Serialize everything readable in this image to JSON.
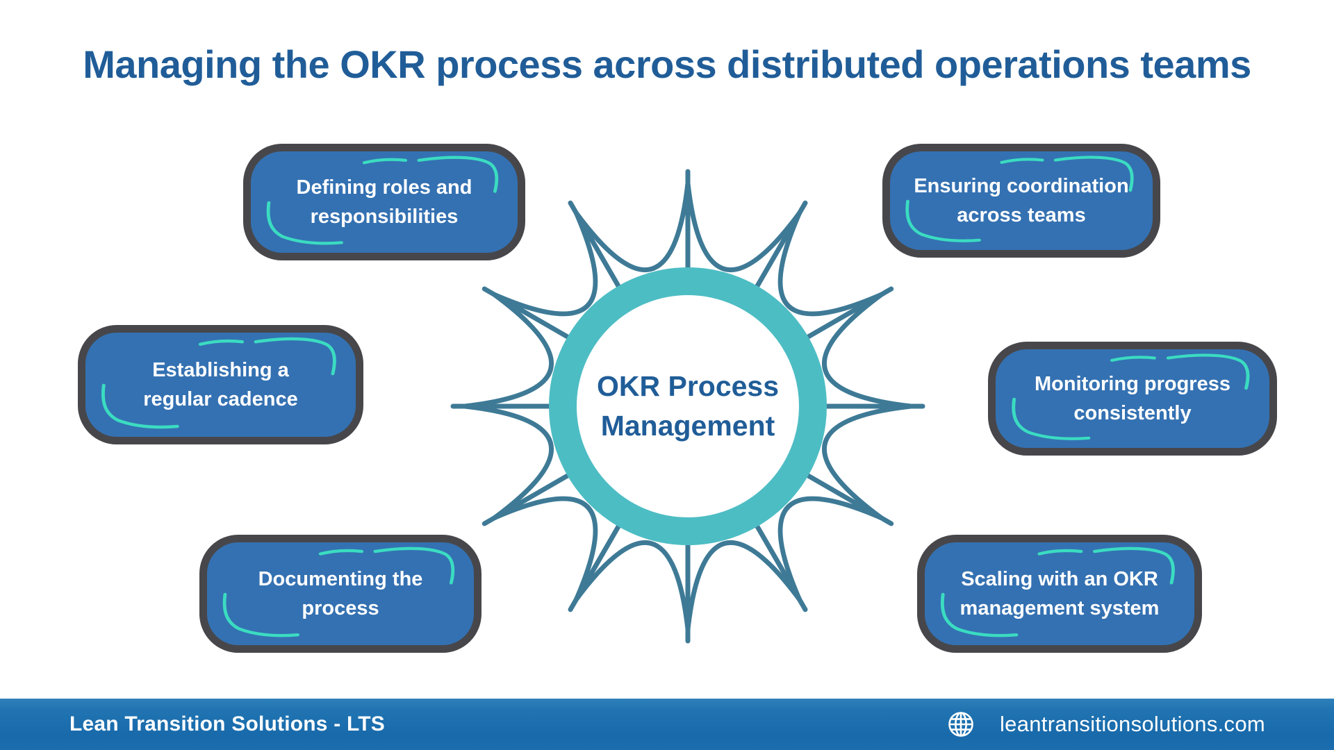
{
  "title": "Managing the OKR process across distributed operations teams",
  "center": {
    "title_line1": "OKR Process",
    "title_line2": "Management"
  },
  "nodes": [
    {
      "label_line1": "Defining roles and",
      "label_line2": "responsibilities"
    },
    {
      "label_line1": "Ensuring coordination",
      "label_line2": "across teams"
    },
    {
      "label_line1": "Establishing a",
      "label_line2": "regular cadence"
    },
    {
      "label_line1": "Monitoring progress",
      "label_line2": "consistently"
    },
    {
      "label_line1": "Documenting the",
      "label_line2": "process"
    },
    {
      "label_line1": "Scaling with an OKR",
      "label_line2": "management system"
    }
  ],
  "footer": {
    "brand": "Lean Transition Solutions - LTS",
    "website": "leantransitionsolutions.com",
    "icon": "globe-icon"
  },
  "colors": {
    "title_blue": "#205d98",
    "node_fill": "#3471b2",
    "node_border": "#47474b",
    "accent_teal": "#3bdcc1",
    "ring_teal": "#4dbdc4",
    "web_slate": "#3e7a96",
    "footer_blue": "#1b6dae"
  }
}
